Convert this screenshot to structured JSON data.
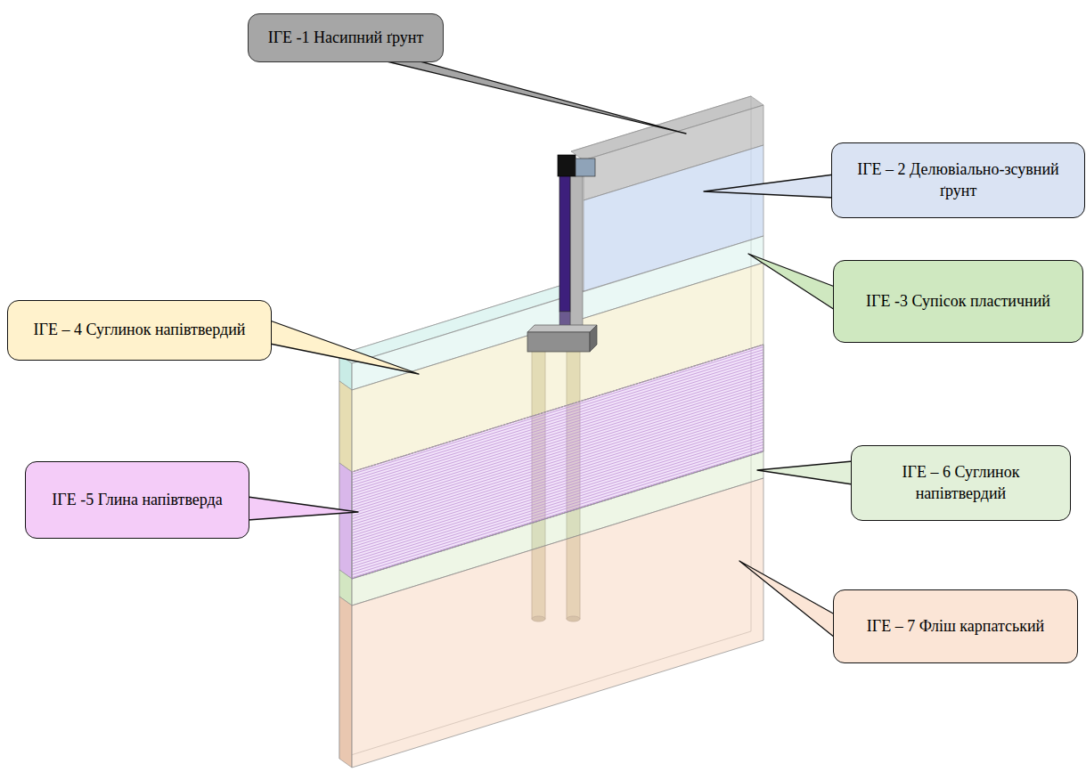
{
  "diagram": {
    "nodes": [
      {
        "text": [
          "ІГЕ -1 Насипний ґрунт"
        ]
      },
      {
        "text": [
          "ІГЕ – 2 Делювіально-зсувний ґрунт"
        ]
      },
      {
        "text": [
          "ІГЕ -3 Супісок пластичний"
        ]
      },
      {
        "text": [
          "ІГЕ – 4 Суглинок напівтвердий"
        ]
      },
      {
        "text": [
          "ІГЕ – 6 Суглинок напівтвердий"
        ]
      },
      {
        "text": [
          "ІГЕ -5 Глина напівтверда"
        ]
      },
      {
        "text": [
          "ІГЕ – 7 Фліш карпатський"
        ]
      }
    ]
  }
}
